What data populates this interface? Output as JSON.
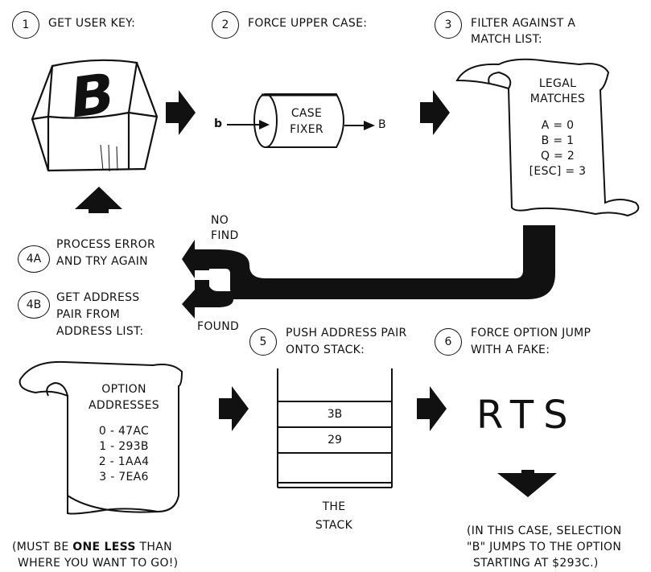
{
  "steps": {
    "s1": {
      "num": "1",
      "label": "GET USER KEY:"
    },
    "s2": {
      "num": "2",
      "label": "FORCE UPPER CASE:"
    },
    "s3": {
      "num": "3",
      "label_line1": "FILTER AGAINST A",
      "label_line2": "MATCH LIST:"
    },
    "s4a": {
      "num": "4A",
      "label_line1": "PROCESS ERROR",
      "label_line2": "AND TRY AGAIN"
    },
    "s4b": {
      "num": "4B",
      "label_line1": "GET ADDRESS",
      "label_line2": "PAIR FROM",
      "label_line3": "ADDRESS LIST:"
    },
    "s5": {
      "num": "5",
      "label_line1": "PUSH ADDRESS PAIR",
      "label_line2": "ONTO STACK:"
    },
    "s6": {
      "num": "6",
      "label_line1": "FORCE OPTION JUMP",
      "label_line2": "WITH A FAKE:"
    }
  },
  "key": {
    "letter": "B"
  },
  "case_fixer": {
    "input": "b",
    "line1": "CASE",
    "line2": "FIXER",
    "output": "B"
  },
  "match_list": {
    "title_line1": "LEGAL",
    "title_line2": "MATCHES",
    "entries": [
      "A = 0",
      "B = 1",
      "Q = 2",
      "[ESC] = 3"
    ]
  },
  "branch": {
    "no_find_line1": "NO",
    "no_find_line2": "FIND",
    "found": "FOUND"
  },
  "address_list": {
    "title_line1": "OPTION",
    "title_line2": "ADDRESSES",
    "entries": [
      "0 - 47AC",
      "1 - 293B",
      "2 - 1AA4",
      "3 - 7EA6"
    ]
  },
  "stack": {
    "cells": [
      "3B",
      "29"
    ],
    "caption_line1": "THE",
    "caption_line2": "STACK"
  },
  "rts": {
    "text": "RTS"
  },
  "notes": {
    "left_line1_pre": "(MUST BE ",
    "left_line1_bold": "ONE LESS",
    "left_line1_post": " THAN",
    "left_line2": "WHERE YOU WANT TO GO!)",
    "right_line1": "(IN THIS CASE, SELECTION",
    "right_line2": "\"B\" JUMPS TO THE OPTION",
    "right_line3": "STARTING AT $293C.)"
  }
}
